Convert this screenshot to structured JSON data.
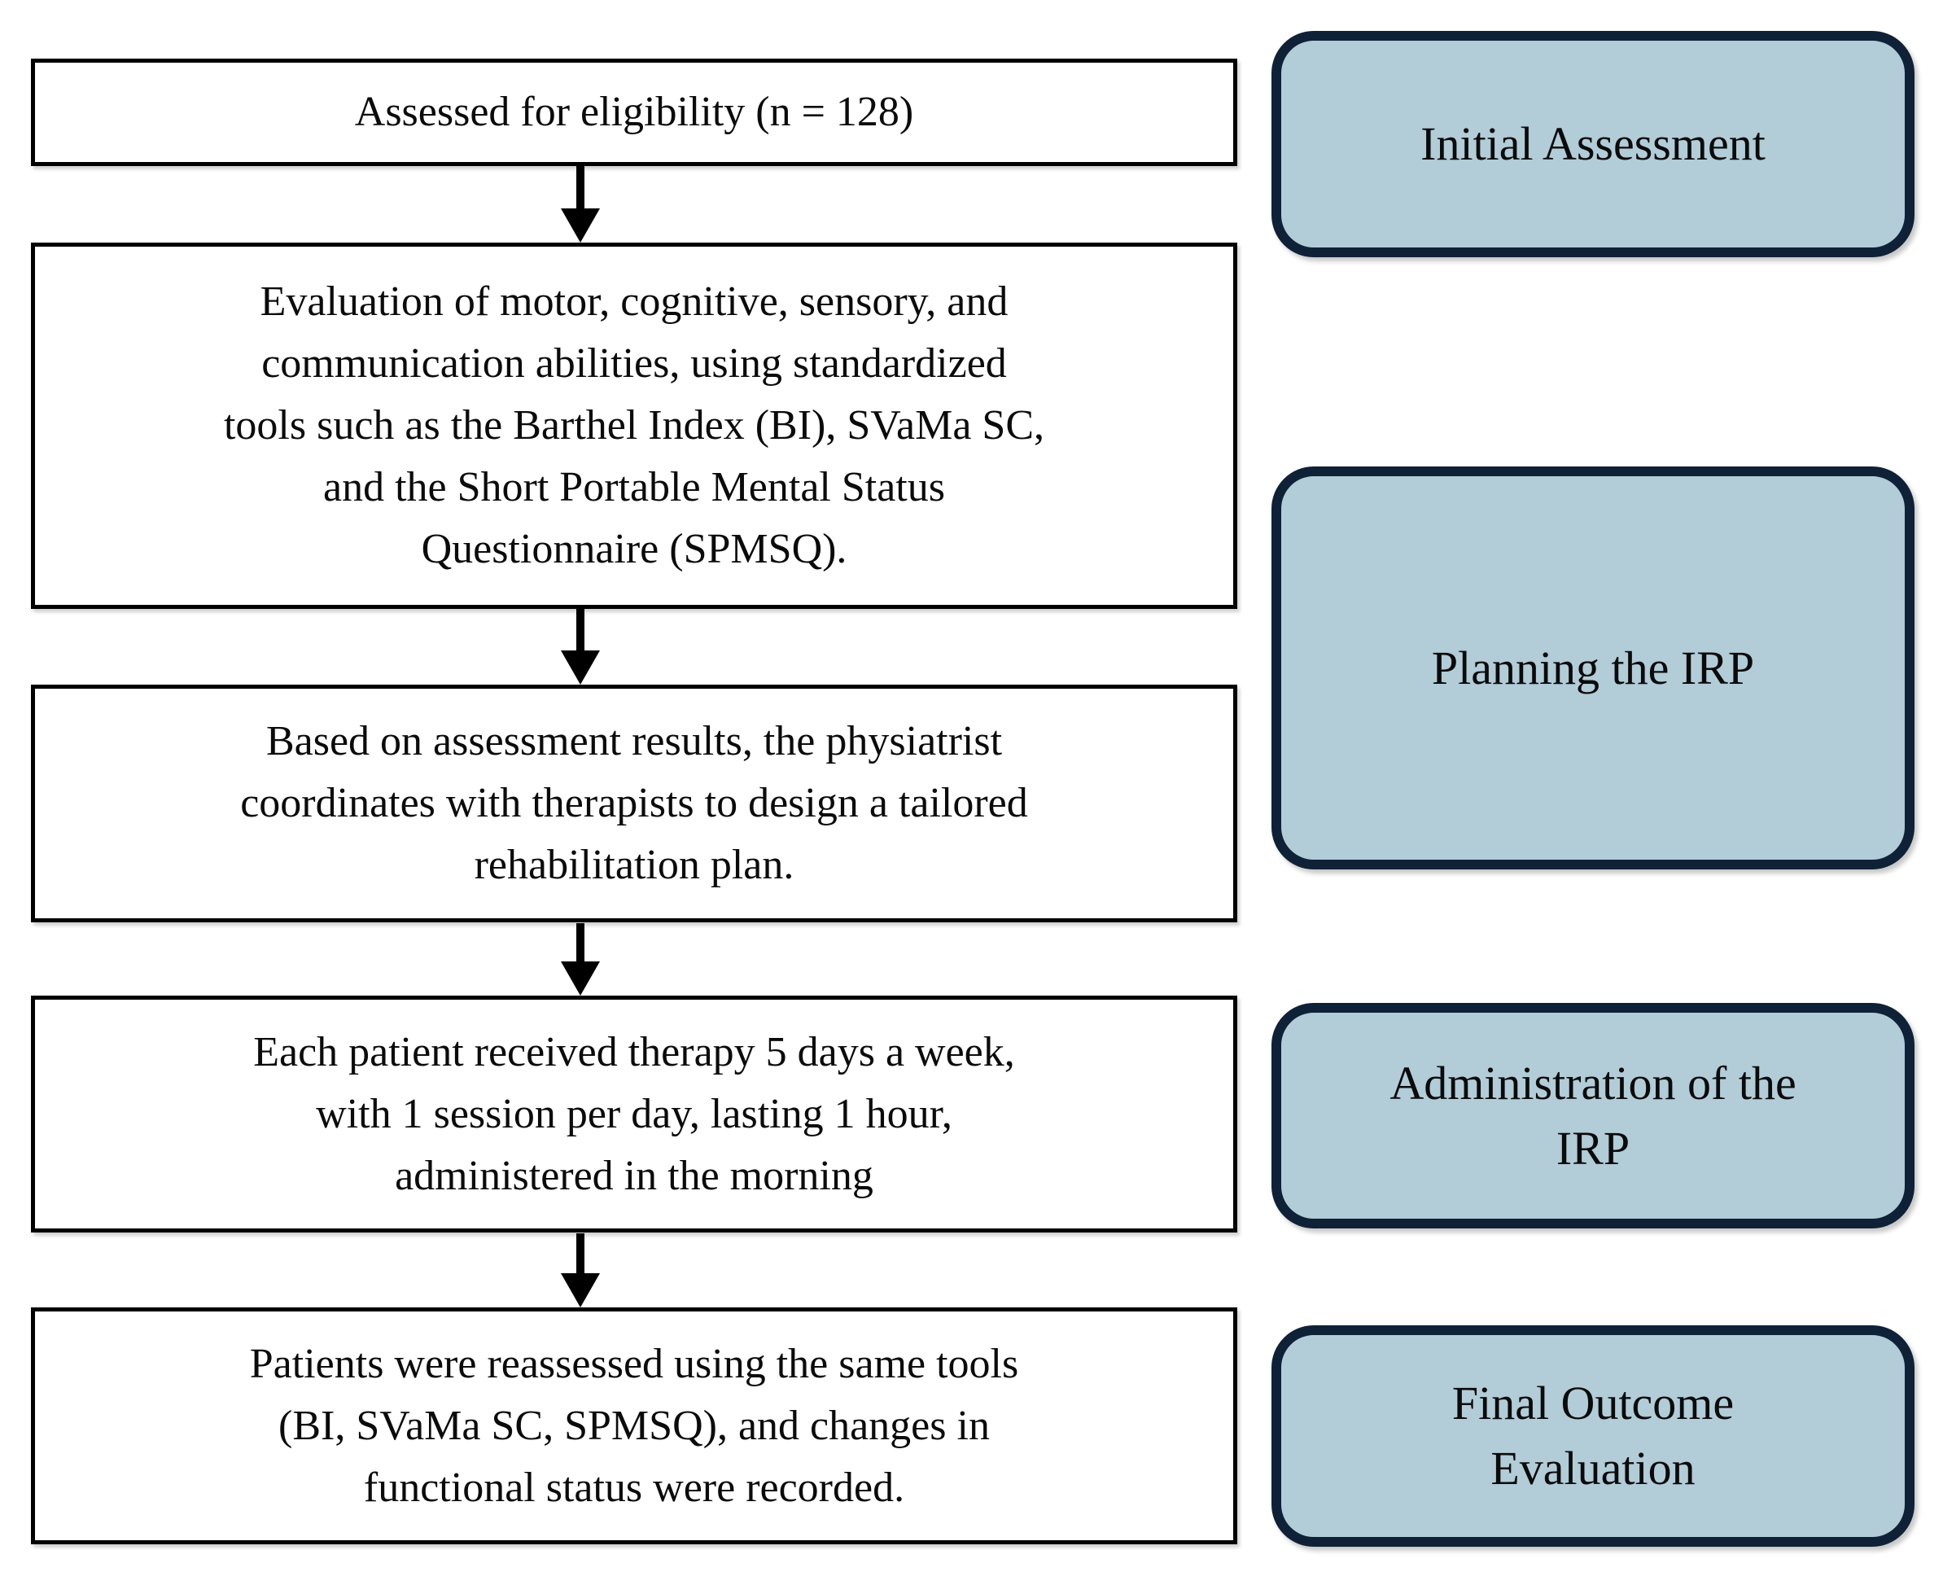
{
  "figure": {
    "type": "flowchart",
    "colors": {
      "step_fill": "#ffffff",
      "step_border": "#000000",
      "phase_fill": "#b2ccd8",
      "phase_border": "#0f2137",
      "arrow": "#000000",
      "text": "#0b0b0b"
    },
    "steps": [
      {
        "lines": [
          "Assessed for eligibility (n = 128)"
        ]
      },
      {
        "lines": [
          "Evaluation of motor, cognitive, sensory, and",
          "communication abilities, using standardized",
          "tools such as the Barthel Index (BI), SVaMa SC,",
          "and the Short Portable Mental Status",
          "Questionnaire (SPMSQ)."
        ]
      },
      {
        "lines": [
          "Based on assessment results, the physiatrist",
          "coordinates with therapists to design a tailored",
          "rehabilitation plan."
        ]
      },
      {
        "lines": [
          "Each patient received therapy 5 days a week,",
          "with 1 session per day, lasting 1 hour,",
          "administered in the morning"
        ]
      },
      {
        "lines": [
          "Patients were reassessed using the same tools",
          "(BI, SVaMa SC, SPMSQ), and changes in",
          "functional status were recorded."
        ]
      }
    ],
    "phases": [
      {
        "lines": [
          "Initial Assessment"
        ]
      },
      {
        "lines": [
          "Planning the IRP"
        ]
      },
      {
        "lines": [
          "Administration of the",
          "IRP"
        ]
      },
      {
        "lines": [
          "Final Outcome",
          "Evaluation"
        ]
      }
    ]
  }
}
